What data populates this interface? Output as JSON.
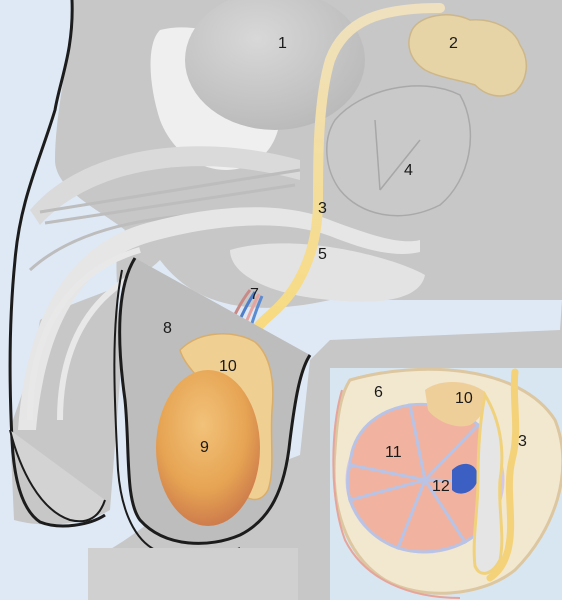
{
  "diagram": {
    "main_labels": [
      "1",
      "2",
      "3",
      "4",
      "5",
      "7",
      "8",
      "9",
      "10"
    ],
    "inset_labels": [
      "6",
      "10",
      "11",
      "12",
      "3"
    ]
  },
  "colors": {
    "background": "#dfe9f5",
    "tissue": "#c9c9c9",
    "tissue_light": "#e2e2e2",
    "bone": "#efefef",
    "outline": "#1c1c1c",
    "testis": "#e9ac57",
    "epididymis": "#f0cf93",
    "vas_deferens": "#f6e0a2",
    "seminal_vesicle": "#e6d3a6",
    "tubules": "#f1b3a0",
    "inset_bg": "#d8e6f2"
  }
}
